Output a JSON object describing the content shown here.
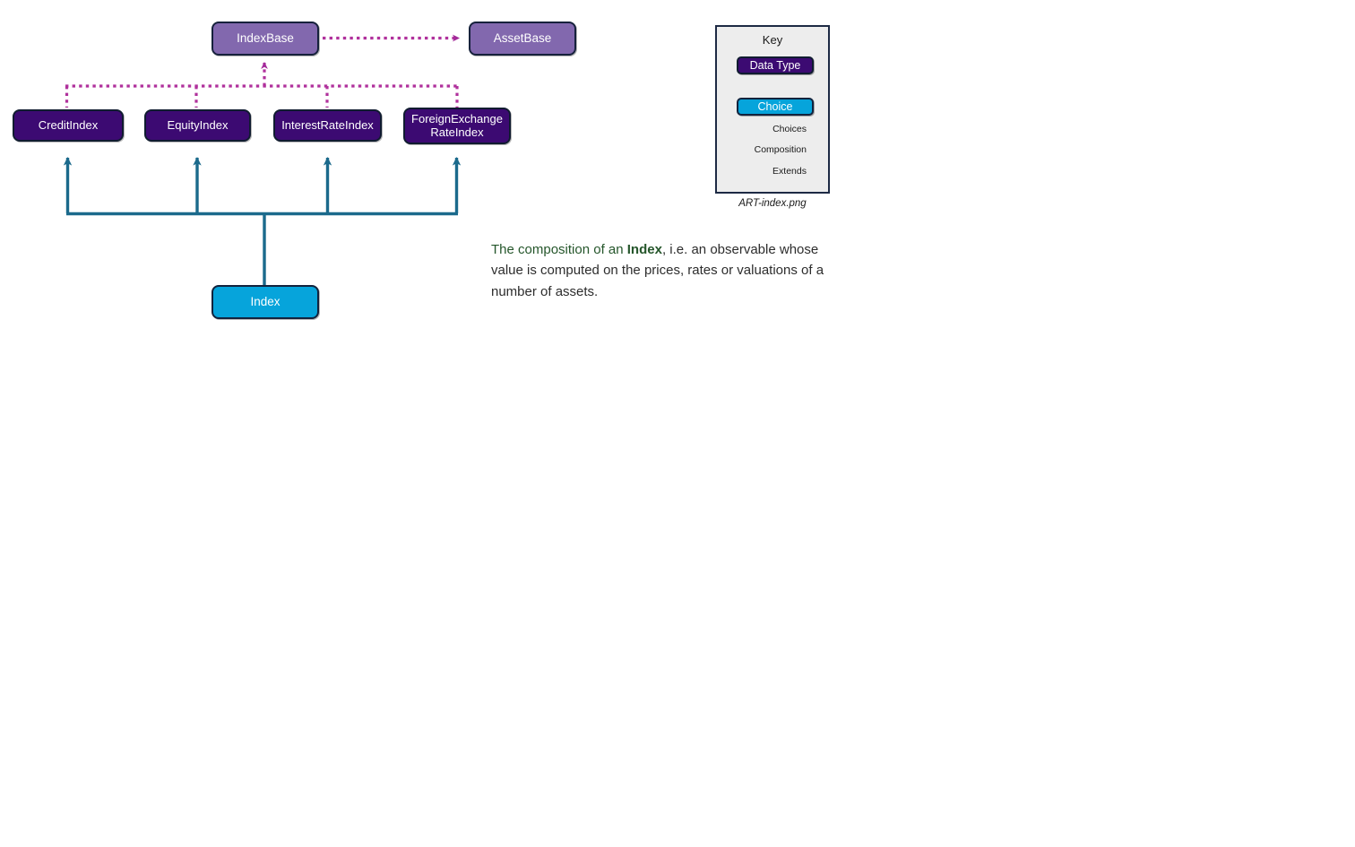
{
  "diagram": {
    "nodes": [
      {
        "id": "IndexBase",
        "label": "IndexBase",
        "type": "base"
      },
      {
        "id": "AssetBase",
        "label": "AssetBase",
        "type": "base"
      },
      {
        "id": "CreditIndex",
        "label": "CreditIndex",
        "type": "data-type"
      },
      {
        "id": "EquityIndex",
        "label": "EquityIndex",
        "type": "data-type"
      },
      {
        "id": "InterestRateIndex",
        "label": "InterestRateIndex",
        "type": "data-type"
      },
      {
        "id": "ForeignExchangeRateIndex",
        "label": "ForeignExchange\nRateIndex",
        "type": "data-type"
      },
      {
        "id": "Index",
        "label": "Index",
        "type": "choice"
      }
    ],
    "edges": [
      {
        "from": "IndexBase",
        "to": "AssetBase",
        "kind": "Extends"
      },
      {
        "from": "CreditIndex",
        "to": "IndexBase",
        "kind": "Extends"
      },
      {
        "from": "EquityIndex",
        "to": "IndexBase",
        "kind": "Extends"
      },
      {
        "from": "InterestRateIndex",
        "to": "IndexBase",
        "kind": "Extends"
      },
      {
        "from": "ForeignExchangeRateIndex",
        "to": "IndexBase",
        "kind": "Extends"
      },
      {
        "from": "Index",
        "to": "CreditIndex",
        "kind": "Choices"
      },
      {
        "from": "Index",
        "to": "EquityIndex",
        "kind": "Choices"
      },
      {
        "from": "Index",
        "to": "InterestRateIndex",
        "kind": "Choices"
      },
      {
        "from": "Index",
        "to": "ForeignExchangeRateIndex",
        "kind": "Choices"
      }
    ]
  },
  "key": {
    "title": "Key",
    "data_type_label": "Data Type",
    "choice_label": "Choice",
    "arrows": [
      {
        "name": "choices-arrow",
        "label": "Choices",
        "color": "#1b6a8c"
      },
      {
        "name": "composition-arrow",
        "label": "Composition",
        "color": "#52069b"
      },
      {
        "name": "extends-arrow",
        "label": "Extends",
        "color": "#b0319c"
      }
    ],
    "caption": "ART-index.png"
  },
  "description": {
    "lead": "The composition of an ",
    "brand": "Index",
    "rest": ", i.e. an observable whose value is computed on the prices, rates or valuations of a number of assets."
  },
  "colors": {
    "base_fill": "#8268ae",
    "data_type_fill": "#3c0a72",
    "choice_fill": "#06a4db",
    "choices_edge": "#1b6a8c",
    "extends_edge": "#b0319c",
    "composition_edge": "#52069b",
    "key_background": "#ededed",
    "key_border": "#1d2a44",
    "lead_text": "#25562b",
    "body_text": "#2d2d2d"
  }
}
